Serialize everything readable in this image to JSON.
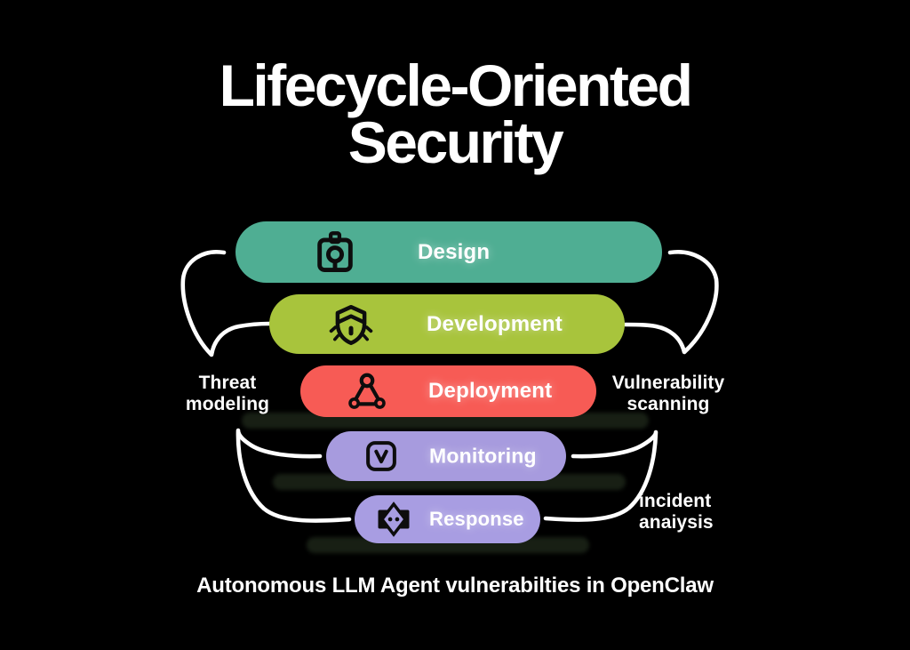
{
  "diagram": {
    "title_line1": "Lifecycle-Oriented",
    "title_line2": "Security",
    "caption": "Autonomous LLM Agent vulnerabilties in OpenClaw"
  },
  "stages": [
    {
      "label": "Design",
      "icon": "viewfinder-icon",
      "color": "#4FAE93"
    },
    {
      "label": "Development",
      "icon": "bug-shield-icon",
      "color": "#A8C43C"
    },
    {
      "label": "Deployment",
      "icon": "node-triangle-icon",
      "color": "#F75B55"
    },
    {
      "label": "Monitoring",
      "icon": "check-v-icon",
      "color": "#A79BDE"
    },
    {
      "label": "Response",
      "icon": "alert-diamond-icon",
      "color": "#A89DE2"
    }
  ],
  "annotations": {
    "left_top": {
      "line1": "Threat",
      "line2": "modeling"
    },
    "right_top": {
      "line1": "Vulnerability",
      "line2": "scanning"
    },
    "right_bottom": {
      "line1": "incident",
      "line2": "anaiysis"
    }
  },
  "colors": {
    "background": "#000000",
    "text": "#FFFFFF",
    "icon_stroke": "#0D0D0D",
    "connector": "#FFFFFF",
    "shadow_bar": "#2C3A26"
  }
}
